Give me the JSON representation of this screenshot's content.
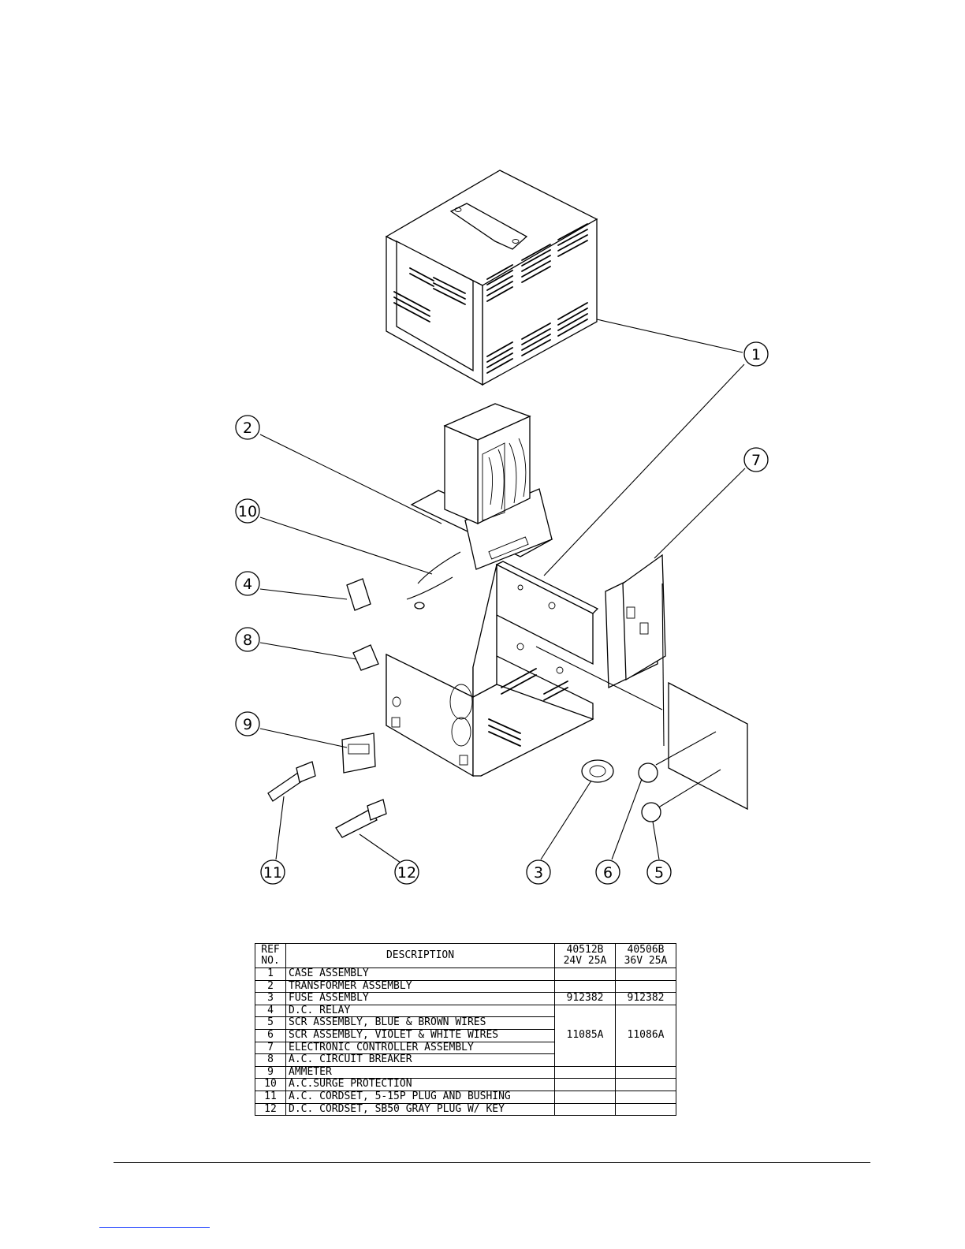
{
  "diagram": {
    "callouts": [
      "1",
      "2",
      "3",
      "4",
      "5",
      "6",
      "7",
      "8",
      "9",
      "10",
      "11",
      "12"
    ]
  },
  "table": {
    "headers": {
      "ref_line1": "REF",
      "ref_line2": "NO.",
      "description": "DESCRIPTION",
      "model_a_line1": "40512B",
      "model_a_line2": "24V 25A",
      "model_b_line1": "40506B",
      "model_b_line2": "36V 25A"
    },
    "rows": [
      {
        "ref": "1",
        "description": "CASE ASSEMBLY"
      },
      {
        "ref": "2",
        "description": "TRANSFORMER ASSEMBLY"
      },
      {
        "ref": "3",
        "description": "FUSE ASSEMBLY"
      },
      {
        "ref": "4",
        "description": "D.C. RELAY"
      },
      {
        "ref": "5",
        "description": "SCR ASSEMBLY, BLUE & BROWN WIRES"
      },
      {
        "ref": "6",
        "description": "SCR ASSEMBLY, VIOLET & WHITE WIRES"
      },
      {
        "ref": "7",
        "description": "ELECTRONIC CONTROLLER ASSEMBLY"
      },
      {
        "ref": "8",
        "description": "A.C. CIRCUIT BREAKER"
      },
      {
        "ref": "9",
        "description": "AMMETER"
      },
      {
        "ref": "10",
        "description": "A.C.SURGE PROTECTION"
      },
      {
        "ref": "11",
        "description": "A.C. CORDSET, 5-15P PLUG AND BUSHING"
      },
      {
        "ref": "12",
        "description": "D.C. CORDSET, SB50 GRAY PLUG W/ KEY"
      }
    ],
    "fuse_part_a": "912382",
    "fuse_part_b": "912382",
    "group_part_a": "11085A",
    "group_part_b": "11086A"
  }
}
